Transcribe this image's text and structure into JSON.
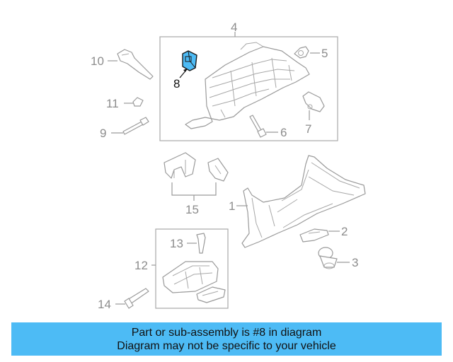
{
  "diagram": {
    "callouts": {
      "c1": "1",
      "c2": "2",
      "c3": "3",
      "c4": "4",
      "c5": "5",
      "c6": "6",
      "c7": "7",
      "c8": "8",
      "c9": "9",
      "c10": "10",
      "c11": "11",
      "c12": "12",
      "c13": "13",
      "c14": "14",
      "c15": "15"
    },
    "highlight_color": "#4dbbf5"
  },
  "footer": {
    "line1": "Part or sub-assembly is #8 in diagram",
    "line2": "Diagram may not be specific to your vehicle",
    "background": "#4dbbf5"
  }
}
